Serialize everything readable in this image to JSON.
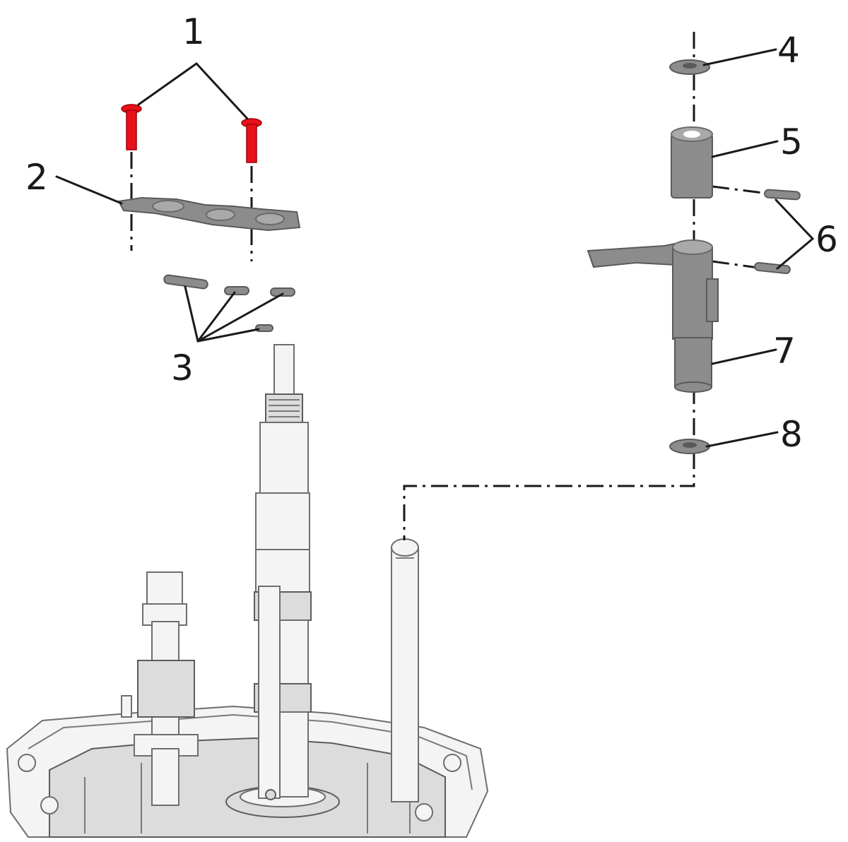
{
  "callouts": {
    "c1": "1",
    "c2": "2",
    "c3": "3",
    "c4": "4",
    "c5": "5",
    "c6": "6",
    "c7": "7",
    "c8": "8"
  },
  "colors": {
    "fastener_highlight": "#e8111a",
    "part_grey": "#8c8c8c",
    "housing_outline": "#6e6e6e"
  }
}
